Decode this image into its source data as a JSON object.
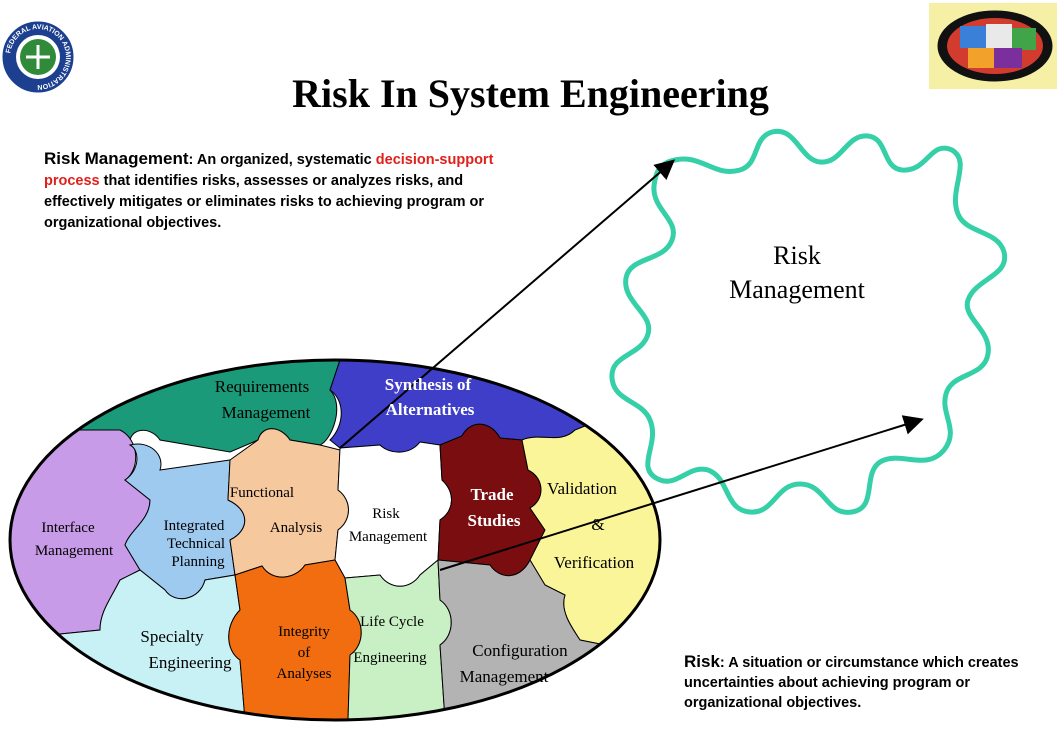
{
  "title": "Risk In System Engineering",
  "risk_management_definition": {
    "term": "Risk Management",
    "sep": ":",
    "before_highlight": " An organized, systematic ",
    "highlight": "decision-support process",
    "after_highlight": " that identifies risks, assesses or analyzes risks, and effectively mitigates or eliminates risks to achieving program or organizational objectives."
  },
  "risk_definition": {
    "term": "Risk",
    "sep": ":",
    "text": " A situation or circumstance which creates uncertainties about achieving program or organizational objectives."
  },
  "big_piece": {
    "line1": "Risk",
    "line2": "Management"
  },
  "pieces": {
    "requirements": {
      "line1": "Requirements",
      "line2": "Management"
    },
    "synthesis": {
      "line1": "Synthesis of",
      "line2": "Alternatives"
    },
    "interface": {
      "line1": "Interface",
      "line2": "Management"
    },
    "integrated": {
      "line1": "Integrated",
      "line2": "Technical",
      "line3": "Planning"
    },
    "functional": {
      "line1": "Functional",
      "line2": "Analysis"
    },
    "risk_mgmt": {
      "line1": "Risk",
      "line2": "Management"
    },
    "trade": {
      "line1": "Trade",
      "line2": "Studies"
    },
    "validation": {
      "line1": "Validation",
      "line2": "&",
      "line3": "Verification"
    },
    "specialty": {
      "line1": "Specialty",
      "line2": "Engineering"
    },
    "integrity": {
      "line1": "Integrity",
      "line2": "of",
      "line3": "Analyses"
    },
    "lifecycle": {
      "line1": "Life Cycle",
      "line2": "Engineering"
    },
    "configuration": {
      "line1": "Configuration",
      "line2": "Management"
    }
  },
  "colors": {
    "requirements": "#1a9a78",
    "synthesis": "#3e3ec8",
    "interface": "#c79be8",
    "integrated": "#9fcaf0",
    "functional": "#f6c89e",
    "risk_mgmt": "#ffffff",
    "trade": "#7a0d10",
    "validation": "#fbf59a",
    "specialty": "#c8f1f6",
    "integrity": "#f26d10",
    "lifecycle": "#c9f0c4",
    "configuration": "#b3b3b3",
    "big_piece_outline": "#35cfa8",
    "faa_seal_blue": "#1c3f8f",
    "highlight_red": "#e0201b"
  },
  "logos": {
    "left": {
      "name": "faa-seal",
      "text": "FEDERAL AVIATION ADMINISTRATION"
    },
    "right": {
      "name": "puzzle-logo"
    }
  }
}
